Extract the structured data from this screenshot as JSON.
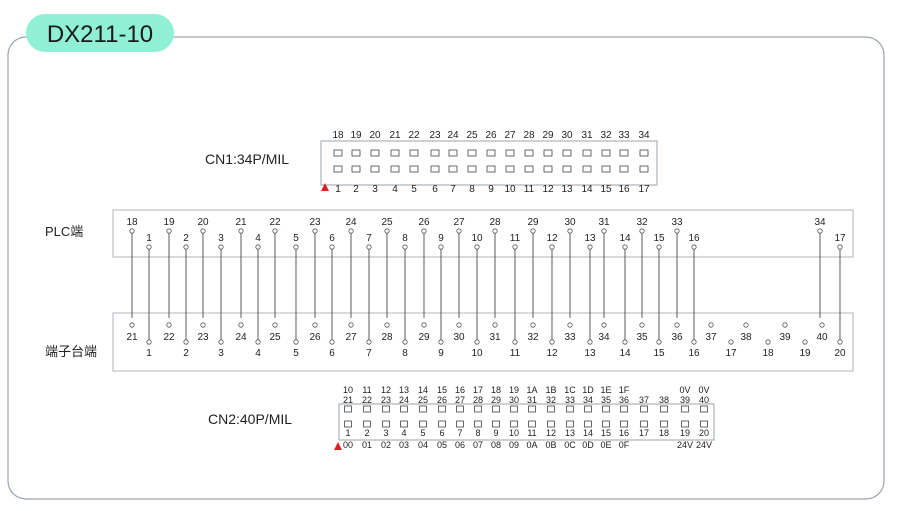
{
  "title": "DX211-10",
  "colors": {
    "title_bg": "#8ff0d6",
    "panel_border": "#9aa3ad",
    "marker": "#e02020",
    "line": "#333333"
  },
  "cn1": {
    "label": "CN1:34P/MIL",
    "top_pins": [
      "18",
      "19",
      "20",
      "21",
      "22",
      "23",
      "24",
      "25",
      "26",
      "27",
      "28",
      "29",
      "30",
      "31",
      "32",
      "33",
      "34"
    ],
    "bottom_pins": [
      "1",
      "2",
      "3",
      "4",
      "5",
      "6",
      "7",
      "8",
      "9",
      "10",
      "11",
      "12",
      "13",
      "14",
      "15",
      "16",
      "17"
    ]
  },
  "plc": {
    "label": "PLC端",
    "top_labels": [
      "18",
      "19",
      "20",
      "21",
      "22",
      "23",
      "24",
      "25",
      "26",
      "27",
      "28",
      "29",
      "30",
      "31",
      "32",
      "33",
      "34"
    ],
    "bottom_labels": [
      "1",
      "2",
      "3",
      "4",
      "5",
      "6",
      "7",
      "8",
      "9",
      "10",
      "11",
      "12",
      "13",
      "14",
      "15",
      "16",
      "17"
    ]
  },
  "terminal": {
    "label": "端子台端",
    "top_labels": [
      "21",
      "22",
      "23",
      "24",
      "25",
      "26",
      "27",
      "28",
      "29",
      "30",
      "31",
      "32",
      "33",
      "34",
      "35",
      "36",
      "37",
      "38",
      "39",
      "40"
    ],
    "bottom_labels": [
      "1",
      "2",
      "3",
      "4",
      "5",
      "6",
      "7",
      "8",
      "9",
      "10",
      "11",
      "12",
      "13",
      "14",
      "15",
      "16",
      "17",
      "18",
      "19",
      "20"
    ]
  },
  "cn2": {
    "label": "CN2:40P/MIL",
    "signals_top": [
      "10",
      "11",
      "12",
      "13",
      "14",
      "15",
      "16",
      "17",
      "18",
      "19",
      "1A",
      "1B",
      "1C",
      "1D",
      "1E",
      "1F",
      "",
      "",
      "0V",
      "0V"
    ],
    "pins_top": [
      "21",
      "22",
      "23",
      "24",
      "25",
      "26",
      "27",
      "28",
      "29",
      "30",
      "31",
      "32",
      "33",
      "34",
      "35",
      "36",
      "37",
      "38",
      "39",
      "40"
    ],
    "pins_bottom": [
      "1",
      "2",
      "3",
      "4",
      "5",
      "6",
      "7",
      "8",
      "9",
      "10",
      "11",
      "12",
      "13",
      "14",
      "15",
      "16",
      "17",
      "18",
      "19",
      "20"
    ],
    "signals_bottom": [
      "00",
      "01",
      "02",
      "03",
      "04",
      "05",
      "06",
      "07",
      "08",
      "09",
      "0A",
      "0B",
      "0C",
      "0D",
      "0E",
      "0F",
      "",
      "",
      "24V",
      "24V"
    ]
  }
}
